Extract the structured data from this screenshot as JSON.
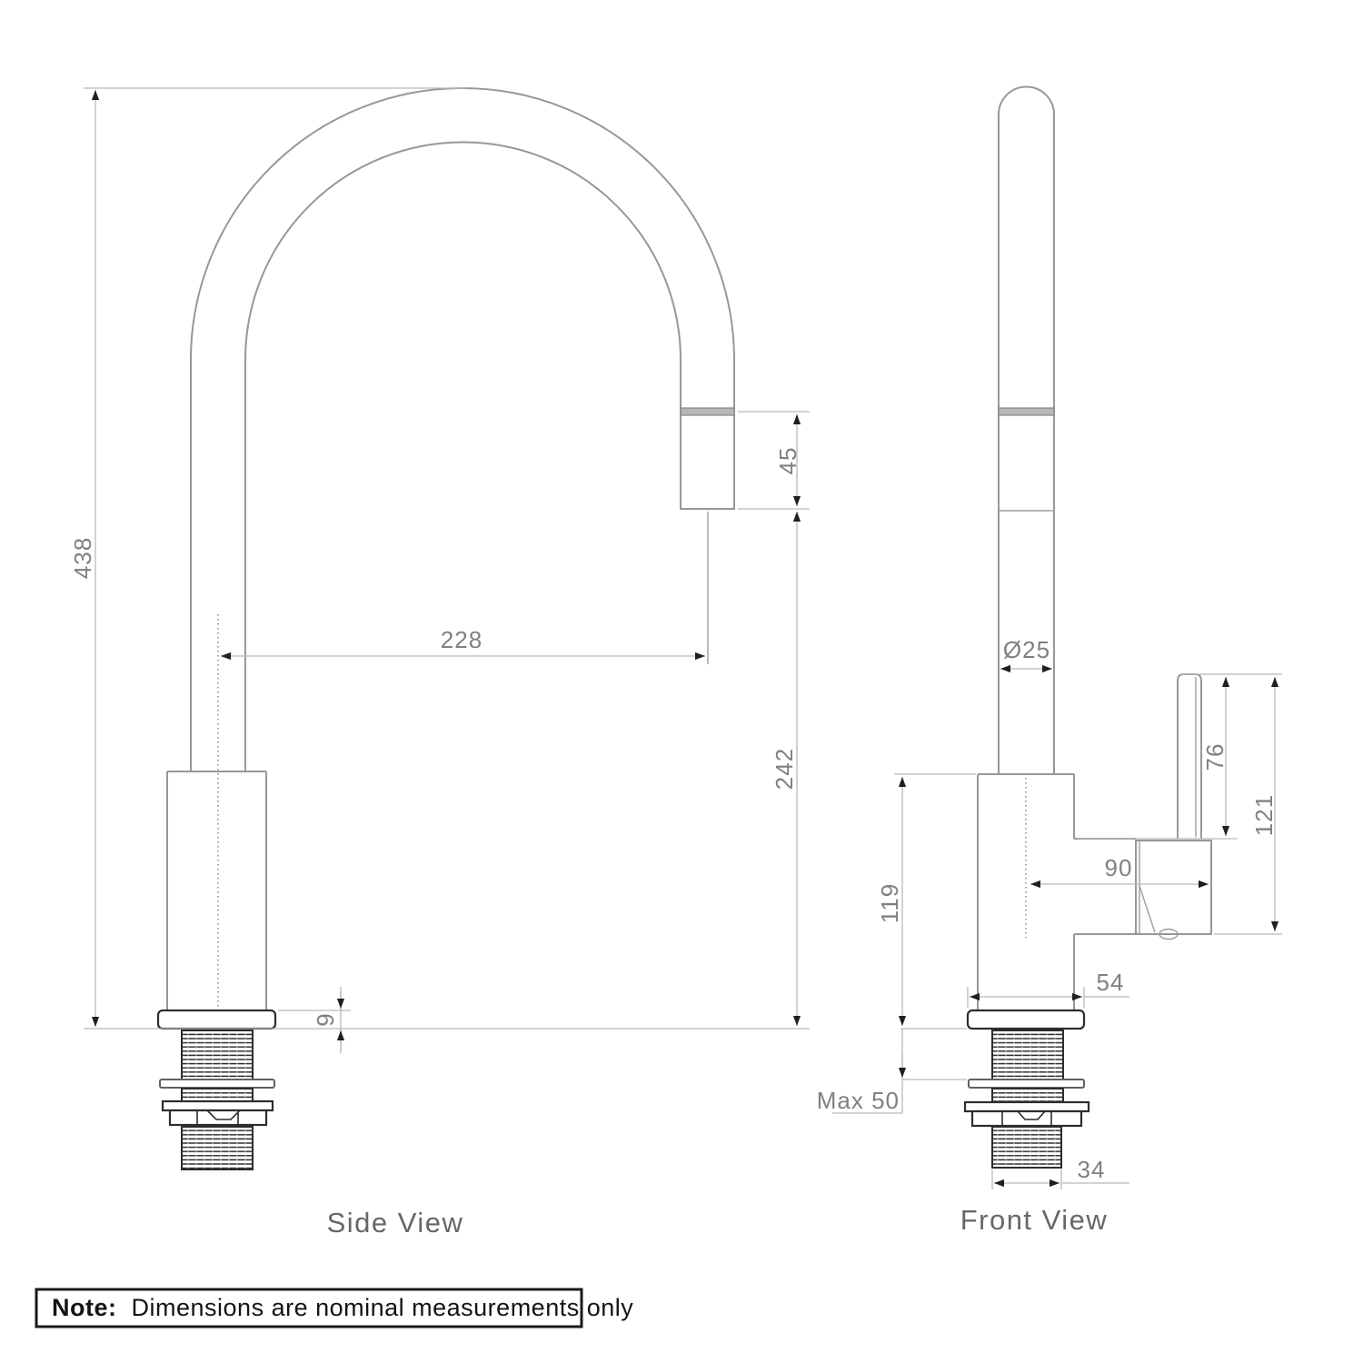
{
  "side_view": {
    "label": "Side View",
    "dims": {
      "overall_height": "438",
      "spout_reach": "228",
      "aerator_length": "45",
      "spout_clearance": "242",
      "base_thickness": "9"
    }
  },
  "front_view": {
    "label": "Front View",
    "dims": {
      "spout_diameter": "Ø25",
      "lever_length": "76",
      "handle_height": "121",
      "handle_reach": "90",
      "body_height": "119",
      "max_bench_thickness": "Max 50",
      "base_width": "54",
      "shank_diameter": "34"
    }
  },
  "note": {
    "prefix": "Note:",
    "text": "Dimensions are nominal measurements only"
  },
  "colors": {
    "object_line": "#95989b",
    "dimension_line": "#b6b9bc",
    "dimension_text": "#7e8184",
    "hardware_line": "#2d2d2d",
    "note_text": "#141414",
    "background": "#ffffff"
  }
}
